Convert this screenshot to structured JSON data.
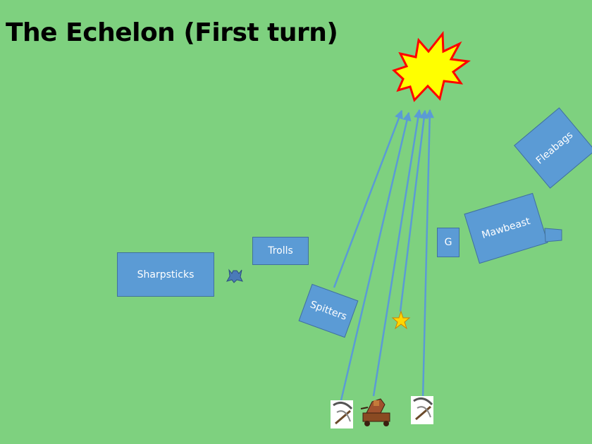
{
  "title": "The Echelon (First turn)",
  "units": {
    "sharpsticks": "Sharpsticks",
    "trolls": "Trolls",
    "spitters": "Spitters",
    "g": "G",
    "mawbeast": "Mawbeast",
    "fleabags": "Fleabags"
  },
  "colors": {
    "background": "#7ed17f",
    "unit_fill": "#5b9bd5",
    "arrow": "#5b9bd5",
    "explosion_fill": "#ffff00",
    "explosion_stroke": "#ff0000",
    "star": "#ffd700"
  },
  "icons": [
    "pickaxe-icon",
    "war-machine-icon",
    "pickaxe-icon",
    "star-marker-icon",
    "explosion-icon",
    "shield-marker-icon",
    "banner-marker-icon"
  ]
}
